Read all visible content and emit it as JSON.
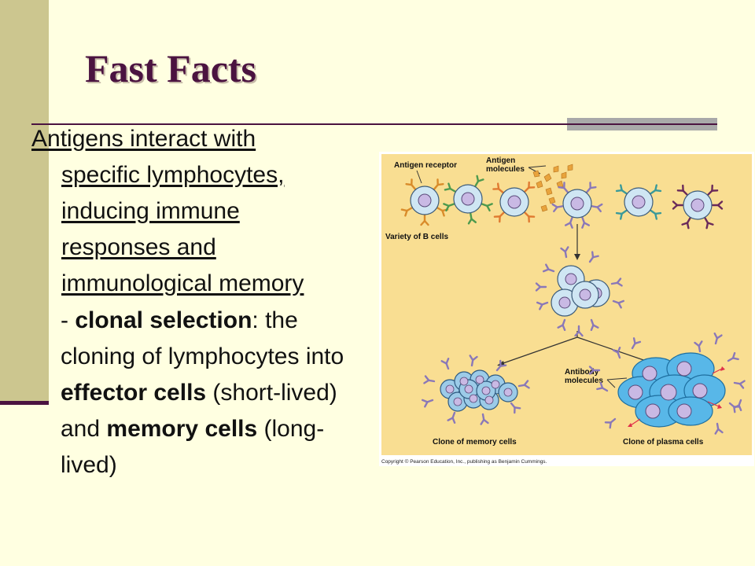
{
  "title": "Fast Facts",
  "bullet": {
    "line1": "Antigens interact with",
    "line2": "specific lymphocytes,",
    "line3": "inducing immune",
    "line4": "responses and",
    "line5": "immunological memory"
  },
  "sub_bullet": {
    "dash": "- ",
    "term1": "clonal selection",
    "text1": ": the cloning of lymphocytes into ",
    "term2": "effector cells",
    "text2": " (short-lived) and ",
    "term3": "memory cells",
    "text3": " (long-lived)"
  },
  "figure": {
    "label_receptor": "Antigen receptor",
    "label_antigen_1": "Antigen",
    "label_antigen_2": "molecules",
    "label_variety": "Variety of B cells",
    "label_antibody_1": "Antibody",
    "label_antibody_2": "molecules",
    "label_memory": "Clone of memory cells",
    "label_plasma": "Clone of plasma cells",
    "copyright": "Copyright © Pearson Education, Inc., publishing as Benjamin Cummings."
  },
  "colors": {
    "slide_bg": "#FFFFE1",
    "accent_bar": "#CCC68F",
    "title": "#4B1340",
    "figure_bg": "#F9DE92",
    "cell_fill": "#CFE6F3",
    "nucleus": "#C9B9E4",
    "plasma": "#58B7E8"
  }
}
